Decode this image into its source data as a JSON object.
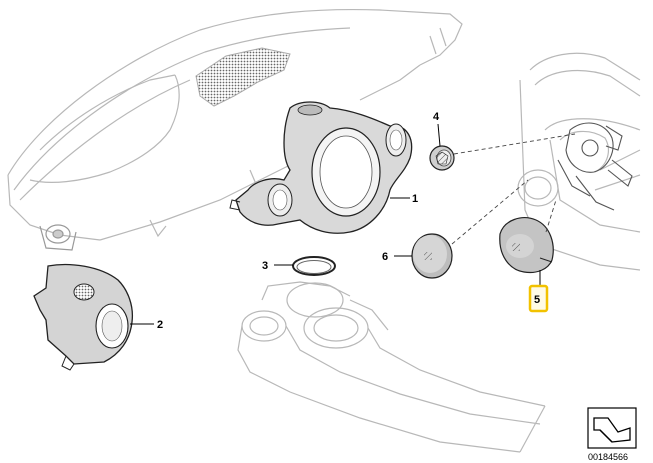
{
  "callouts": {
    "c1": "1",
    "c2": "2",
    "c3": "3",
    "c4": "4",
    "c5": "5",
    "c6": "6"
  },
  "highlight_color": "#f2c200",
  "reference_number": "00184566"
}
